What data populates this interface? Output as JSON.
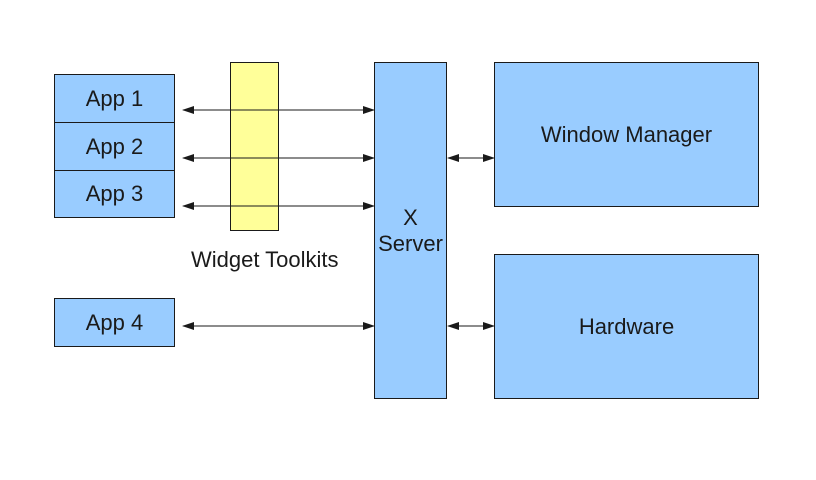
{
  "apps": [
    {
      "label": "App 1"
    },
    {
      "label": "App 2"
    },
    {
      "label": "App 3"
    },
    {
      "label": "App 4"
    }
  ],
  "toolkit": {
    "caption": "Widget Toolkits"
  },
  "server": {
    "line1": "X",
    "line2": "Server"
  },
  "window_manager": {
    "label": "Window Manager"
  },
  "hardware": {
    "label": "Hardware"
  },
  "colors": {
    "box_fill": "#99ccff",
    "toolkit_fill": "#ffff99",
    "stroke": "#1a1a1a"
  }
}
